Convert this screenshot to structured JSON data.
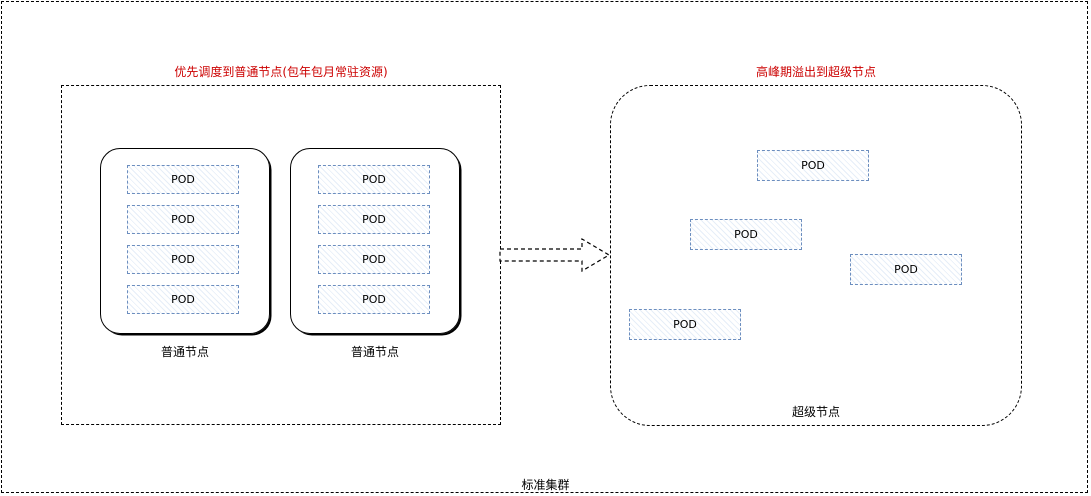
{
  "cluster": {
    "label": "标准集群"
  },
  "left_group": {
    "title": "优先调度到普通节点(包年包月常驻资源)",
    "nodes": [
      {
        "label": "普通节点",
        "pods": [
          "POD",
          "POD",
          "POD",
          "POD"
        ]
      },
      {
        "label": "普通节点",
        "pods": [
          "POD",
          "POD",
          "POD",
          "POD"
        ]
      }
    ]
  },
  "right_group": {
    "title": "高峰期溢出到超级节点",
    "label": "超级节点",
    "pods": [
      "POD",
      "POD",
      "POD",
      "POD"
    ]
  },
  "colors": {
    "title_red": "#cc0000",
    "pod_border": "#6c8ebf",
    "pod_hatch": "#e6eef8",
    "border": "#000000"
  }
}
